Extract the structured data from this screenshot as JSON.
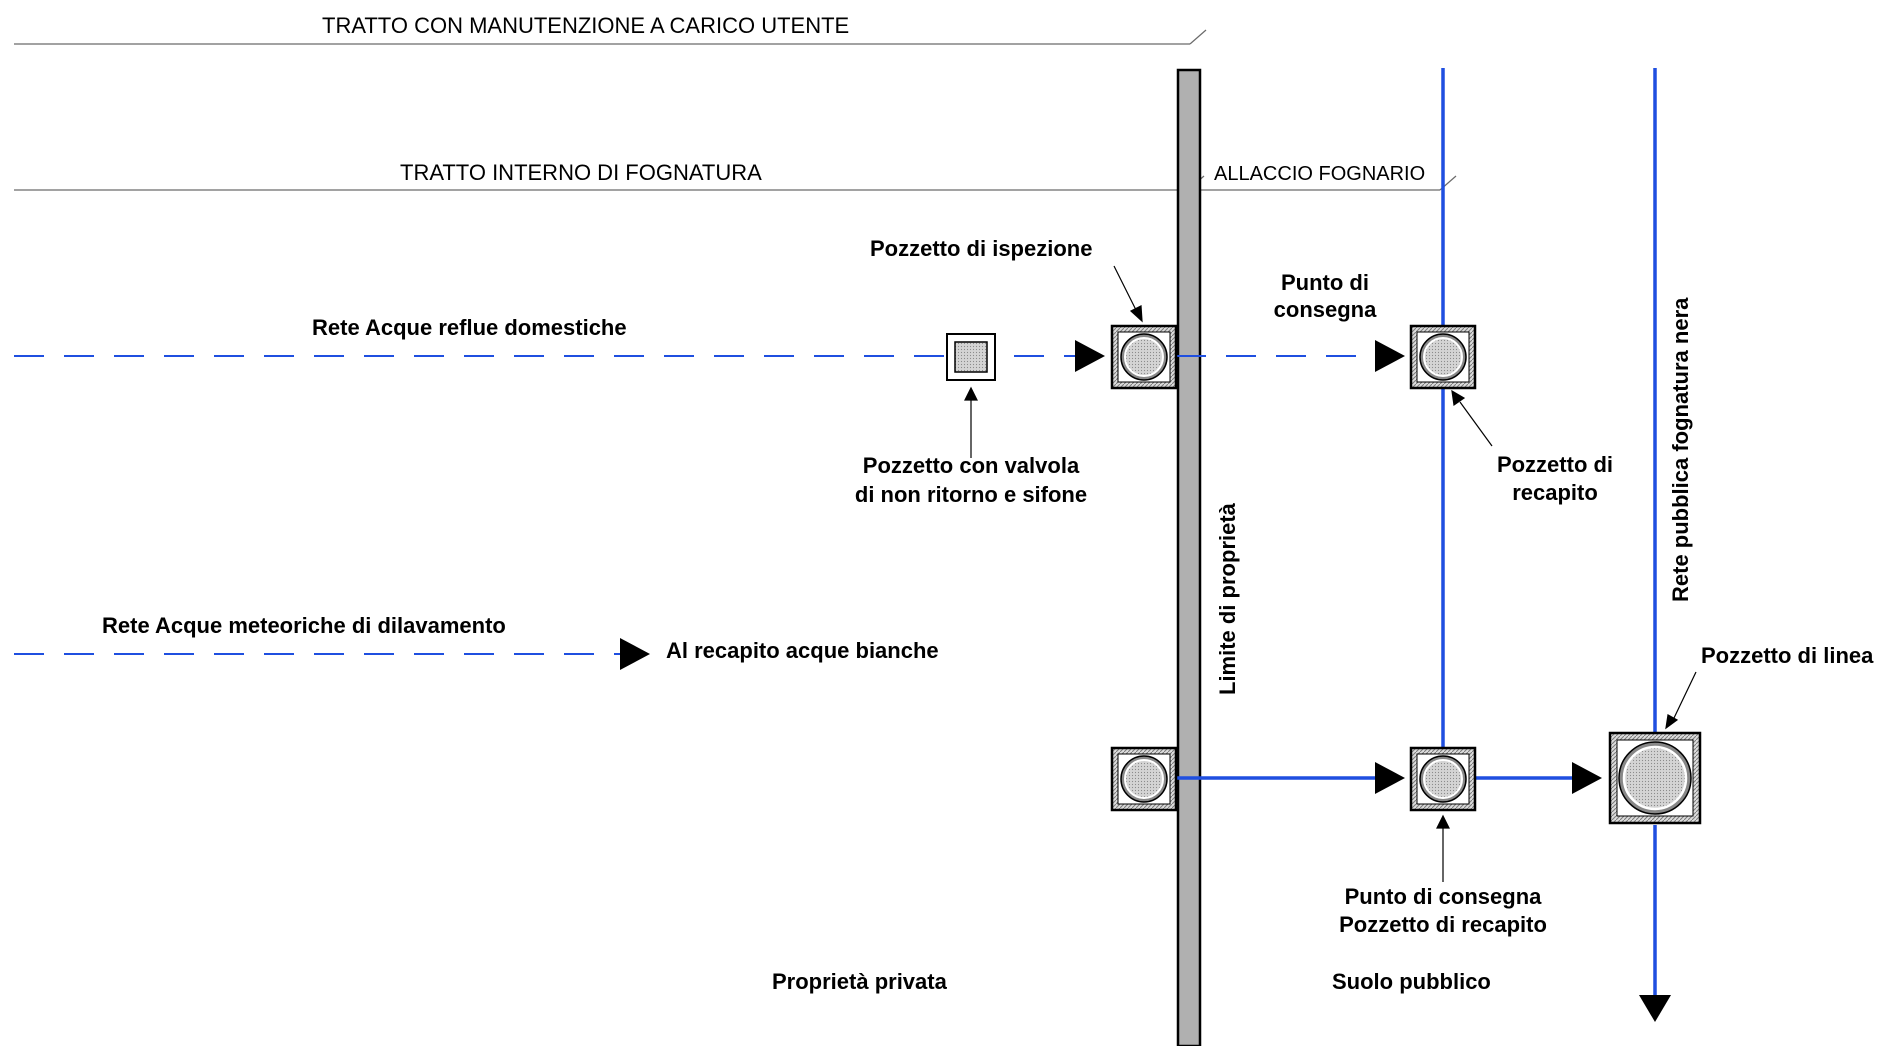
{
  "header": {
    "manutenzione": "TRATTO CON MANUTENZIONE A CARICO UTENTE",
    "interno": "TRATTO INTERNO DI FOGNATURA",
    "allaccio": "ALLACCIO FOGNARIO"
  },
  "labels": {
    "rete_reflue": "Rete Acque reflue domestiche",
    "rete_meteoriche": "Rete Acque meteoriche di dilavamento",
    "recapito_bianche": "Al recapito acque bianche",
    "pozzetto_ispezione": "Pozzetto di ispezione",
    "valvola_1": "Pozzetto con valvola",
    "valvola_2": "di non ritorno e sifone",
    "punto_consegna_1": "Punto di",
    "punto_consegna_2": "consegna",
    "pozzetto_recapito_1": "Pozzetto di",
    "pozzetto_recapito_2": "recapito",
    "limite": "Limite di proprietà",
    "rete_pubblica": "Rete pubblica fognatura nera",
    "pozzetto_linea": "Pozzetto di linea",
    "consegna_recapito_1": "Punto di consegna",
    "consegna_recapito_2": "Pozzetto di recapito",
    "privata": "Proprietà privata",
    "pubblico": "Suolo pubblico"
  },
  "colors": {
    "pipe": "#1f4fe0",
    "wall": "#b0b0b0",
    "manhole_fill": "#c8c8c8"
  }
}
